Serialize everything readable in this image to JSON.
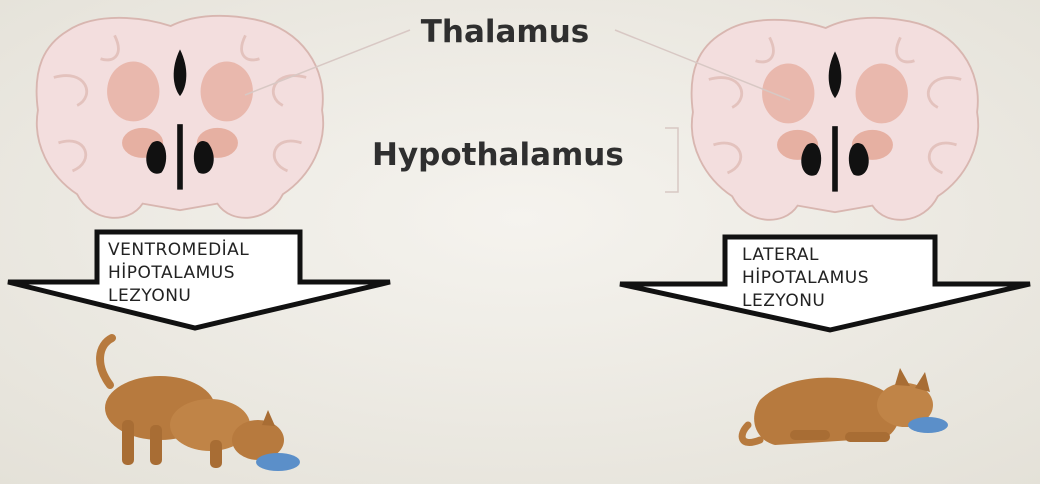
{
  "labels": {
    "thalamus": "Thalamus",
    "hypothalamus": "Hypothalamus"
  },
  "left_arrow": {
    "lines": [
      "VENTROMEDİAL",
      "HİPOTALAMUS",
      "LEZYONU"
    ]
  },
  "right_arrow": {
    "lines": [
      "LATERAL",
      "HİPOTALAMUS",
      "LEZYONU"
    ]
  },
  "colors": {
    "background": "#eeebe4",
    "brain_outer": "#f3dede",
    "brain_inner": "#e9b8ad",
    "ventricle": "#111111",
    "cat": "#b77a3e",
    "bowl": "#5b8fc9"
  },
  "icons": {
    "left_brain": "brain-coronal-section-icon",
    "right_brain": "brain-coronal-section-icon",
    "left_cat": "obese-cat-eating-icon",
    "right_cat": "starving-cat-lying-icon"
  }
}
